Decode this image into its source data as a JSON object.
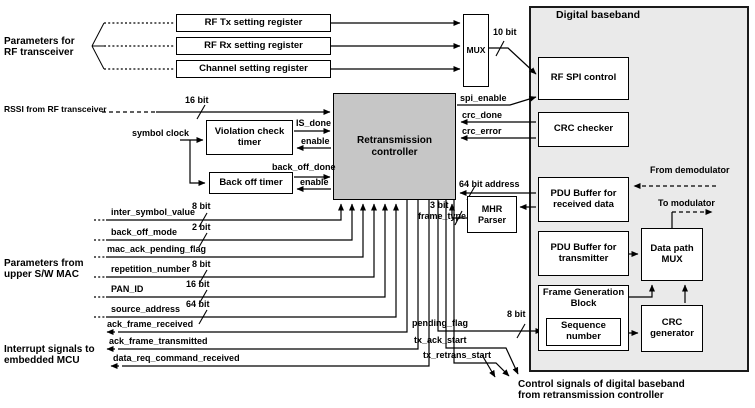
{
  "title": "Digital baseband",
  "boxes": {
    "rf_tx_reg": "RF Tx setting register",
    "rf_rx_reg": "RF Rx setting register",
    "channel_reg": "Channel setting register",
    "mux": "MUX",
    "rf_spi": "RF SPI control",
    "crc_checker": "CRC checker",
    "pdu_rx_1": "PDU Buffer for",
    "pdu_rx_2": "received data",
    "pdu_tx_1": "PDU Buffer for",
    "pdu_tx_2": "transmitter",
    "frame_gen_1": "Frame Generation",
    "frame_gen_2": "Block",
    "seq_1": "Sequence",
    "seq_2": "number",
    "dp_mux_1": "Data path",
    "dp_mux_2": "MUX",
    "crc_gen_1": "CRC",
    "crc_gen_2": "generator",
    "retrans_1": "Retransmission",
    "retrans_2": "controller",
    "violation_1": "Violation check",
    "violation_2": "timer",
    "backoff": "Back off timer",
    "mhr_1": "MHR",
    "mhr_2": "Parser"
  },
  "side_labels": {
    "params_rf_1": "Parameters for",
    "params_rf_2": "RF transceiver",
    "rssi": "RSSI from RF transceiver",
    "symbol_clock": "symbol clock",
    "params_mac_1": "Parameters from",
    "params_mac_2": "upper S/W MAC",
    "interrupt_1": "Interrupt signals to",
    "interrupt_2": "embedded MCU",
    "control_1": "Control signals of digital baseband",
    "control_2": "from retransmission controller",
    "from_demod": "From demodulator",
    "to_mod": "To modulator"
  },
  "signals": {
    "bit16_rssi": "16 bit",
    "bit10": "10 bit",
    "spi_enable": "spi_enable",
    "crc_done": "crc_done",
    "crc_error": "crc_error",
    "is_done": "IS_done",
    "enable_1": "enable",
    "back_off_done": "back_off_done",
    "enable_2": "enable",
    "addr64": "64 bit address",
    "bit3": "3 bit",
    "frame_type": "frame_type",
    "inter_symbol_value": "inter_symbol_value",
    "bit8_1": "8 bit",
    "back_off_mode": "back_off_mode",
    "bit2": "2 bit",
    "mac_ack_pending_flag": "mac_ack_pending_flag",
    "repetition_number": "repetition_number",
    "bit8_2": "8 bit",
    "pan_id": "PAN_ID",
    "bit16_2": "16 bit",
    "source_address": "source_address",
    "bit64": "64 bit",
    "ack_frame_received": "ack_frame_received",
    "ack_frame_transmitted": "ack_frame_transmitted",
    "data_req_command_received": "data_req_command_received",
    "pending_flag": "pending_flag",
    "tx_ack_start": "tx_ack_start",
    "tx_retrans_start": "tx_retrans_start",
    "bit8_3": "8 bit"
  },
  "colors": {
    "controller_fill": "#c6c6c6",
    "baseband_fill": "#eaeaea",
    "line": "#000000"
  }
}
